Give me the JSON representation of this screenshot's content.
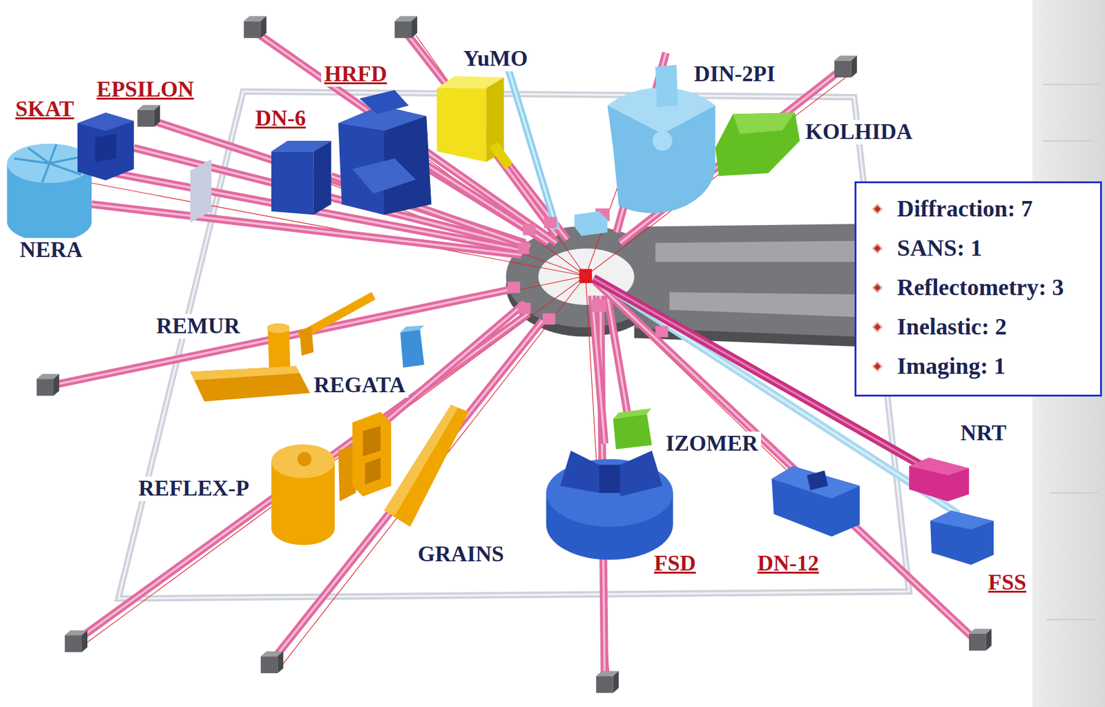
{
  "diagram": {
    "nodes": [
      {
        "text": [
          "Diffraction: 7",
          "SANS: 1",
          "Reflectometry: 3",
          "Inelastic: 2",
          "Imaging: 1"
        ]
      }
    ],
    "labels": [
      "YuMO",
      "HRFD",
      "DIN-2PI",
      "EPSILON",
      "SKAT",
      "DN-6",
      "KOLHIDA",
      "NERA",
      "REMUR",
      "REGATA",
      "NRT",
      "IZOMER",
      "REFLEX-P",
      "GRAINS",
      "FSD",
      "DN-12",
      "FSS"
    ]
  }
}
